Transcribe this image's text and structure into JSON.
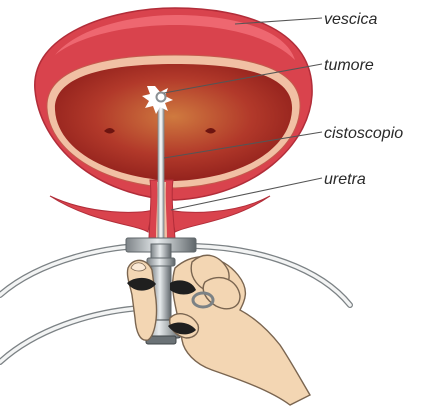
{
  "labels": {
    "bladder": "vescica",
    "tumor": "tumore",
    "cystoscope": "cistoscopio",
    "urethra": "uretra"
  },
  "colors": {
    "bladder_outer": "#d9434d",
    "bladder_wall_light": "#f1c0a4",
    "bladder_inner": "#a8281f",
    "tumor": "#ffffff",
    "instrument": "#9aa0a3",
    "hand_skin": "#f3d6b3",
    "leader_lines": "#555555"
  },
  "icons": {
    "tumor": "starburst-icon",
    "cystoscope": "cystoscope-instrument",
    "hand": "hand-icon"
  }
}
